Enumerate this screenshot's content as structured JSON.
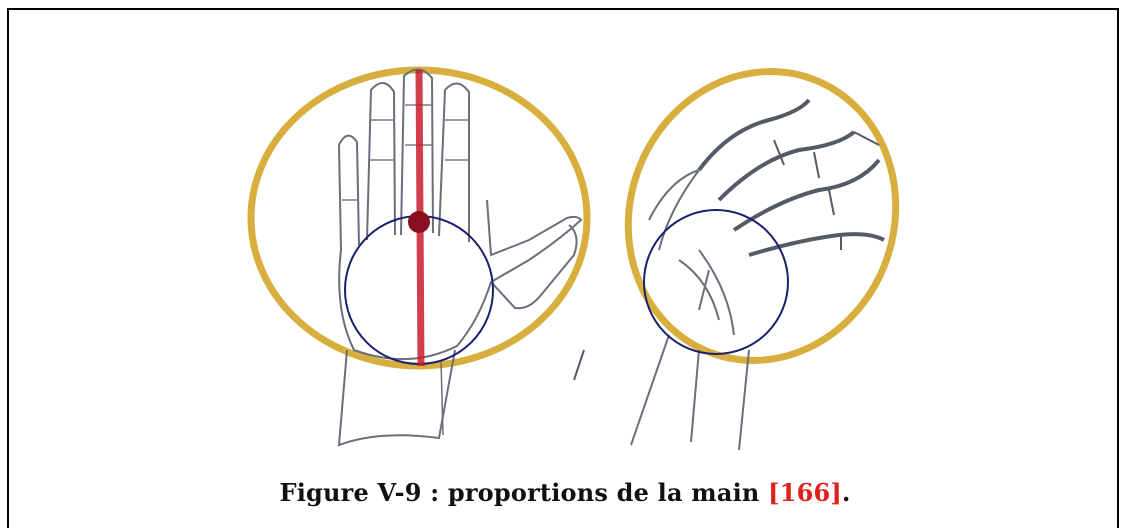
{
  "figure": {
    "caption_prefix": "Figure V-9 : proportions de la main ",
    "reference": "[166]",
    "caption_suffix": ".",
    "illustrations": [
      {
        "name": "open-palm-hand-drawing",
        "icon": "hand-palm-icon"
      },
      {
        "name": "foreshortened-hand-drawing",
        "icon": "hand-curled-icon"
      }
    ],
    "colors": {
      "outer_circle": "#d4a62a",
      "inner_circle": "#1a1f6e",
      "axis_line": "#c81e2c",
      "reference_text": "#e0201c",
      "sketch": "#555b66"
    }
  }
}
